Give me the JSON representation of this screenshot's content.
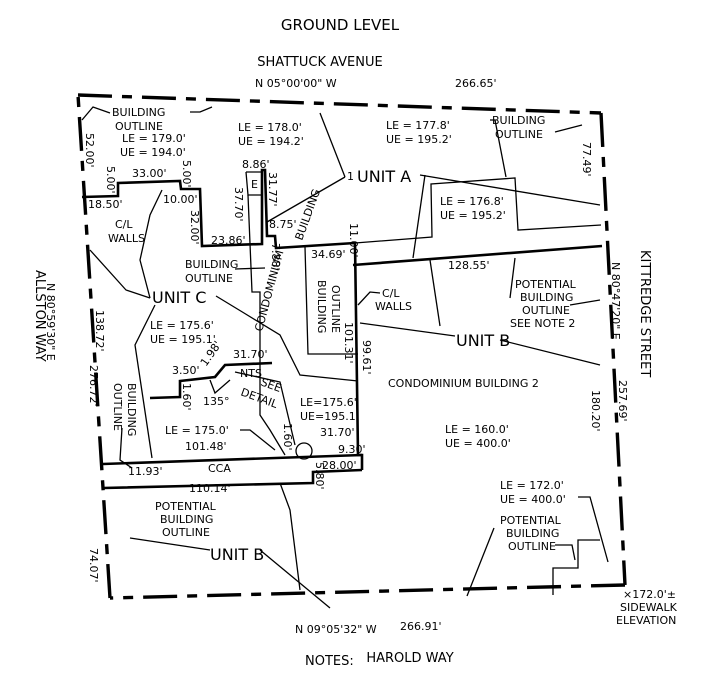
{
  "title": "GROUND LEVEL",
  "streets": {
    "north": "SHATTUCK AVENUE",
    "south": "HAROLD WAY",
    "west": "ALLSTON WAY",
    "east": "KITTREDGE STREET"
  },
  "bearings": {
    "north": "N 05°00'00\" W",
    "north_dist": "266.65'",
    "south": "N 09°05'32\" W",
    "south_dist": "266.91'",
    "west": "N 80°59'30\" E",
    "east": "N 80°47'20\" E"
  },
  "dims": [
    "52.00'",
    "5.00'",
    "33.00'",
    "5.00'",
    "18.50'",
    "10.00'",
    "32.00'",
    "23.86'",
    "8.86'",
    "37.70'",
    "31.77'",
    "8.75'",
    "7.88'",
    "34.69'",
    "11.00'",
    "77.49'",
    "128.55'",
    "138.72'",
    "276.72'",
    "101.31'",
    "99.61'",
    "257.69'",
    "180.20'",
    "3.50'",
    "1.98'",
    "31.70'",
    "1.60'",
    "135°",
    "1.60'",
    "31.70'",
    "9.30'",
    "101.48'",
    "11.93'",
    "110.14'",
    "28.00'",
    "5.80'",
    "74.07'"
  ],
  "labels": {
    "building_outline": "BUILDING",
    "outline": "OUTLINE",
    "potential": "POTENTIAL",
    "cl": "C/L",
    "walls": "WALLS",
    "see_note": "SEE NOTE 2",
    "e": "E",
    "building": "BUILDING",
    "condominium": "CONDOMINIUM",
    "condo2": "CONDOMINIUM BUILDING 2",
    "nts": "NTS",
    "see": "SEE",
    "detail": "DETAIL",
    "cca": "CCA",
    "sidewalk_elev": "×172.0'±",
    "sidewalk": "SIDEWALK",
    "elevation": "ELEVATION",
    "one": "1"
  },
  "units": {
    "a": "UNIT  A",
    "b": "UNIT  B",
    "c": "UNIT  C"
  },
  "elevations": {
    "e1": [
      "LE = 179.0'",
      "UE = 194.0'"
    ],
    "e2": [
      "LE = 178.0'",
      "UE = 194.2'"
    ],
    "e3": [
      "LE = 177.8'",
      "UE = 195.2'"
    ],
    "e4": [
      "LE = 176.8'",
      "UE = 195.2'"
    ],
    "e5": [
      "LE = 175.6'",
      "UE = 195.1'"
    ],
    "e6": [
      "LE=175.6'",
      "UE=195.1'"
    ],
    "e7": [
      "LE = 175.0'"
    ],
    "e8": [
      "LE = 160.0'",
      "UE = 400.0'"
    ],
    "e9": [
      "LE = 172.0'",
      "UE = 400.0'"
    ]
  },
  "notes": "NOTES:"
}
